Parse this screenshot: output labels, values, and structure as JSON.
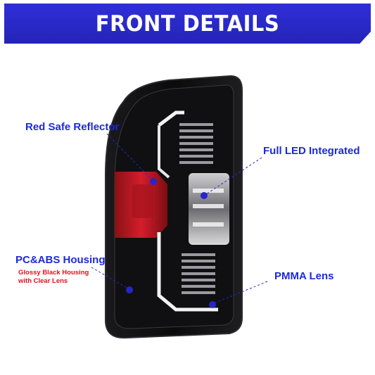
{
  "banner": {
    "title": "FRONT DETAILS"
  },
  "callouts": {
    "reflector": "Red Safe Reflector",
    "led": "Full LED Integrated",
    "housing": "PC&ABS Housing",
    "housing_note_line1": "Glossy Black Housing",
    "housing_note_line2": "with Clear Lens",
    "lens": "PMMA Lens"
  },
  "colors": {
    "accent": "#2626c8",
    "label_blue": "#1d2ad6",
    "note_red": "#e0101a"
  }
}
